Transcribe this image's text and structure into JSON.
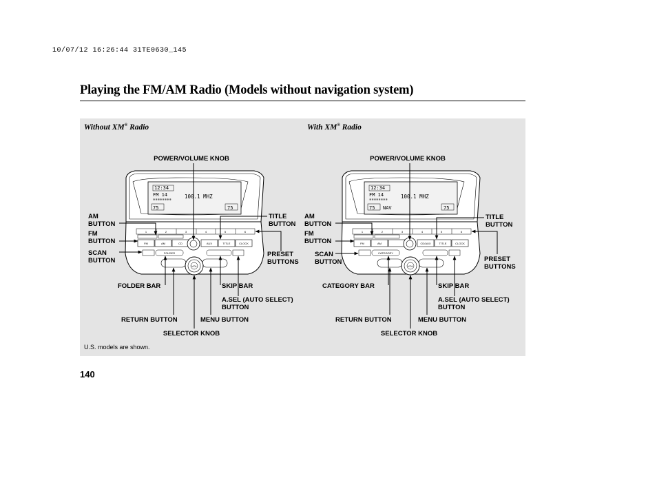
{
  "header_code": "10/07/12 16:26:44 31TE0630_145",
  "page_title": "Playing the FM/AM Radio (Models without navigation system)",
  "panels": [
    {
      "heading": "Without XM",
      "heading_mark": "®",
      "heading_suffix": " Radio",
      "display": {
        "clock": "12:34",
        "band": "FM 14",
        "freq": "100.1 MHZ",
        "temp_left": "75",
        "temp_right": "75"
      },
      "button_row_1": [
        "1",
        "2",
        "3",
        "4",
        "5",
        "6"
      ],
      "button_row_2": [
        "FM",
        "AM",
        "CD",
        "",
        "AUX",
        "TITLE",
        "CLOCK"
      ],
      "bar_left": "FOLDER",
      "knob_label": "VOL",
      "callouts": {
        "power_volume": "POWER/VOLUME KNOB",
        "am_button": [
          "AM",
          "BUTTON"
        ],
        "fm_button": [
          "FM",
          "BUTTON"
        ],
        "scan_button": [
          "SCAN",
          "BUTTON"
        ],
        "title_button": [
          "TITLE",
          "BUTTON"
        ],
        "preset_buttons": [
          "PRESET",
          "BUTTONS"
        ],
        "left_bar": "FOLDER BAR",
        "skip_bar": "SKIP BAR",
        "asel_button": [
          "A.SEL (AUTO SELECT)",
          "BUTTON"
        ],
        "return_button": "RETURN BUTTON",
        "menu_button": "MENU BUTTON",
        "selector_knob": "SELECTOR KNOB"
      }
    },
    {
      "heading": "With XM",
      "heading_mark": "®",
      "heading_suffix": " Radio",
      "display": {
        "clock": "12:34",
        "band": "FM 14",
        "freq": "100.1 MHZ",
        "temp_left": "75",
        "temp_right": "75",
        "extra": "NAV"
      },
      "button_row_1": [
        "1",
        "2",
        "3",
        "4",
        "5",
        "6"
      ],
      "button_row_2": [
        "FM",
        "AM",
        "",
        "",
        "CD/AUX",
        "TITLE",
        "CLOCK"
      ],
      "bar_left": "CATEGORY",
      "knob_label": "VOL",
      "callouts": {
        "power_volume": "POWER/VOLUME KNOB",
        "am_button": [
          "AM",
          "BUTTON"
        ],
        "fm_button": [
          "FM",
          "BUTTON"
        ],
        "scan_button": [
          "SCAN",
          "BUTTON"
        ],
        "title_button": [
          "TITLE",
          "BUTTON"
        ],
        "preset_buttons": [
          "PRESET",
          "BUTTONS"
        ],
        "left_bar": "CATEGORY BAR",
        "skip_bar": "SKIP BAR",
        "asel_button": [
          "A.SEL (AUTO SELECT)",
          "BUTTON"
        ],
        "return_button": "RETURN BUTTON",
        "menu_button": "MENU BUTTON",
        "selector_knob": "SELECTOR KNOB"
      }
    }
  ],
  "note": "U.S. models are shown.",
  "page_number": "140",
  "colors": {
    "panel_bg": "#e4e4e4",
    "device_fill": "#ffffff",
    "display_fill": "#f2f2f2",
    "line": "#000000"
  }
}
